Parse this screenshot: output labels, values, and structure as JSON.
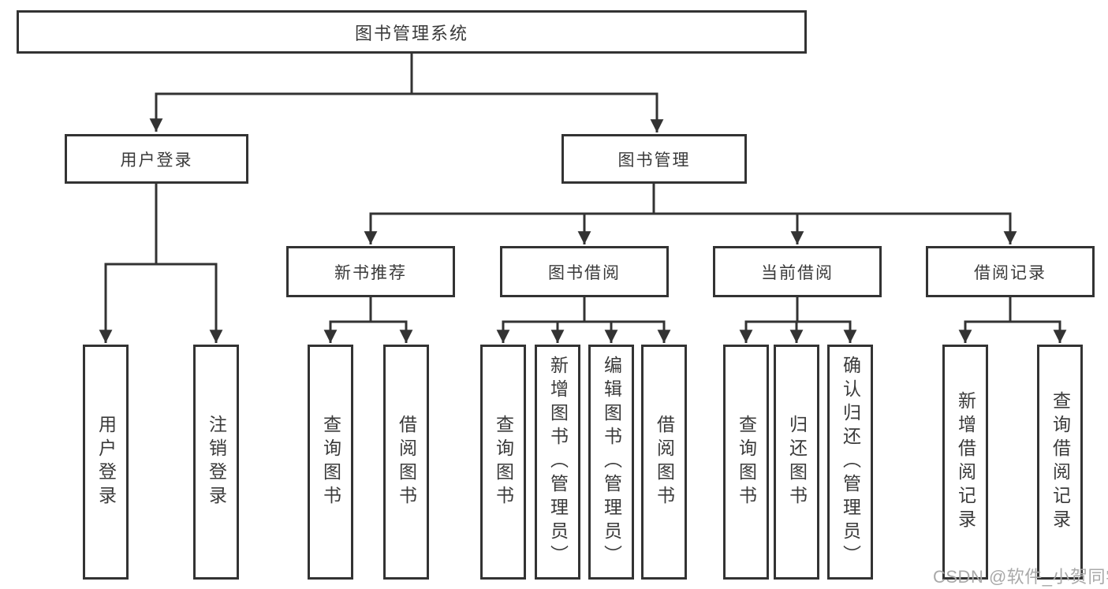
{
  "diagram": {
    "title": "图书管理系统",
    "nodes": {
      "root": "图书管理系统",
      "user_login": "用户登录",
      "book_mgmt": "图书管理",
      "recommend": "新书推荐",
      "borrow": "图书借阅",
      "current": "当前借阅",
      "records": "借阅记录"
    },
    "leaves": {
      "user_login_children": [
        "用户登录",
        "注销登录"
      ],
      "recommend_children": [
        "查询图书",
        "借阅图书"
      ],
      "borrow_children": [
        "查询图书",
        "新增图书（管理员）",
        "编辑图书（管理员）",
        "借阅图书"
      ],
      "current_children": [
        "查询图书",
        "归还图书",
        "确认归还（管理员）"
      ],
      "records_children": [
        "新增借阅记录",
        "查询借阅记录"
      ]
    },
    "colors": {
      "line": "#333333",
      "box_border": "#333333",
      "box_fill": "#ffffff",
      "text": "#3a3a3a",
      "watermark": "#a9a9a9",
      "background": "#ffffff"
    }
  },
  "watermark": "CSDN @软件_小贺同学"
}
